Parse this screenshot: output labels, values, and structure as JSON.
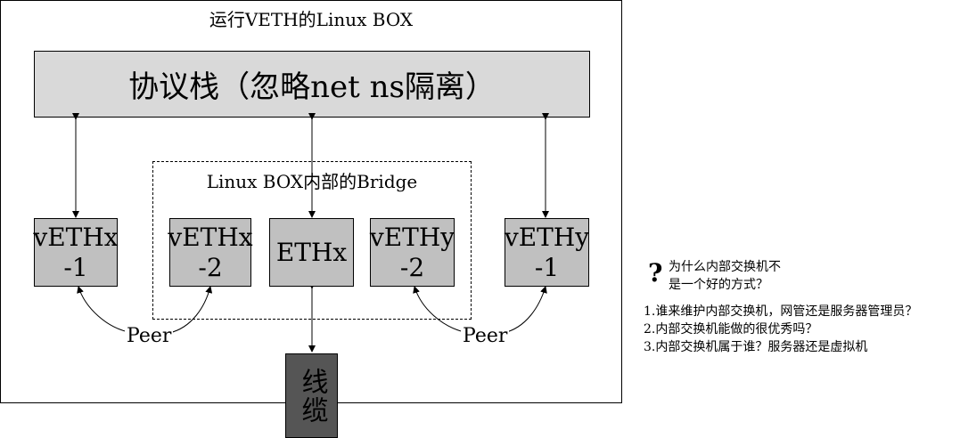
{
  "outer_box": {
    "title": "运行VETH的Linux BOX"
  },
  "protocol_stack": {
    "label": "协议栈（忽略net ns隔离）"
  },
  "bridge": {
    "title": "Linux BOX内部的Bridge"
  },
  "nodes": {
    "vethx1": "vETHx\n-1",
    "vethx2": "vETHx\n-2",
    "ethx": "ETHx",
    "vethy2": "vETHy\n-2",
    "vethy1": "vETHy\n-1"
  },
  "peer_labels": {
    "left": "Peer",
    "right": "Peer"
  },
  "cable": {
    "label": "线缆"
  },
  "notes": {
    "question": "为什么内部交换机不\n是一个好的方式？",
    "items": [
      "1.谁来维护内部交换机，网管还是服务器管理员？",
      "2.内部交换机能做的很优秀吗？",
      "3.内部交换机属于谁？服务器还是虚拟机"
    ]
  },
  "colors": {
    "stack_fill": "#d9d9d9",
    "node_fill": "#c0c0c0",
    "cable_fill": "#555555"
  }
}
